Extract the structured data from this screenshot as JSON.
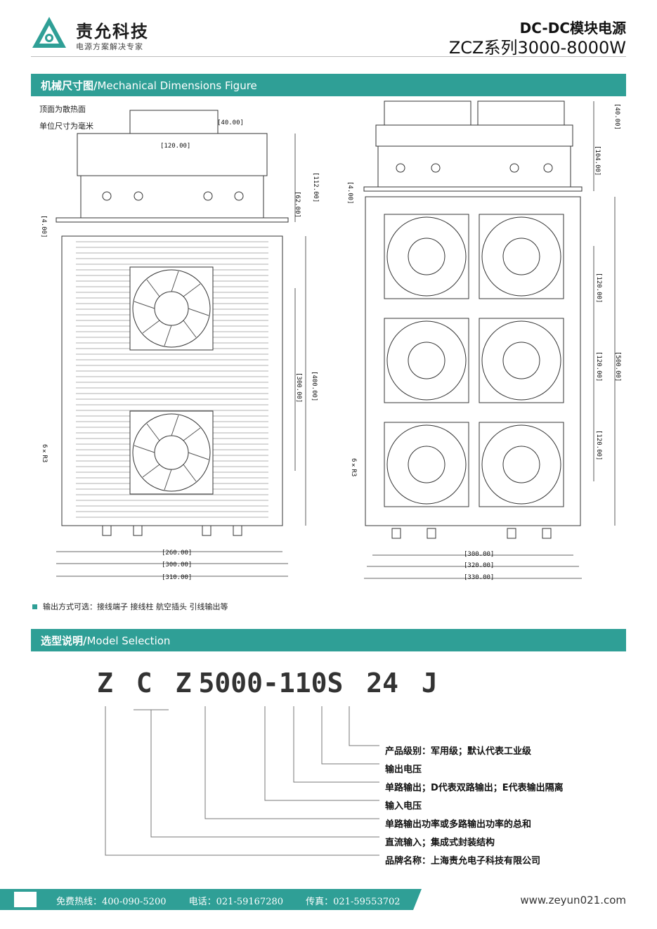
{
  "header": {
    "brand": "责允科技",
    "slogan": "电源方案解决专家",
    "title_line1": "DC-DC模块电源",
    "title_line2": "ZCZ系列3000-8000W"
  },
  "section1": {
    "title": "机械尺寸图/",
    "subtitle": "Mechanical Dimensions Figure",
    "note1": "顶面为散热面",
    "note2": "单位尺寸为毫米"
  },
  "dims_left": {
    "d40": "[40.00]",
    "d120": "[120.00]",
    "d112": "[112.00]",
    "d62": "[62.00]",
    "d4": "[4.00]",
    "d300v": "[300.00]",
    "d400": "[400.00]",
    "r3": "6×R3",
    "d260": "[260.00]",
    "d300": "[300.00]",
    "d310": "[310.00]"
  },
  "dims_right": {
    "d40": "[40.00]",
    "d104": "[104.00]",
    "d4": "[4.00]",
    "d120a": "[120.00]",
    "d120b": "[120.00]",
    "d120c": "[120.00]",
    "d500": "[500.00]",
    "r3": "6×R3",
    "d300": "[300.00]",
    "d320": "[320.00]",
    "d330": "[330.00]"
  },
  "output_note": "输出方式可选：接线端子 接线柱 航空插头 引线输出等",
  "section2": {
    "title": "选型说明/",
    "subtitle": "Model Selection"
  },
  "model_code": {
    "p1": "Z",
    "p2": "C",
    "p3": "Z",
    "p4": "5000",
    "p5": "-110",
    "p6": "S",
    "p7": "24",
    "p8": "J"
  },
  "descriptions": [
    "产品级别：军用级；默认代表工业级",
    "输出电压",
    "单路输出；D代表双路输出；E代表输出隔离",
    "输入电压",
    "单路输出功率或多路输出功率的总和",
    "直流输入；集成式封装结构",
    "品牌名称：上海责允电子科技有限公司"
  ],
  "footer": {
    "hotline": "免费热线：400-090-5200",
    "phone": "电话：021-59167280",
    "fax": "传真：021-59553702",
    "website": "www.zeyun021.com"
  },
  "colors": {
    "accent": "#2f9f96"
  }
}
